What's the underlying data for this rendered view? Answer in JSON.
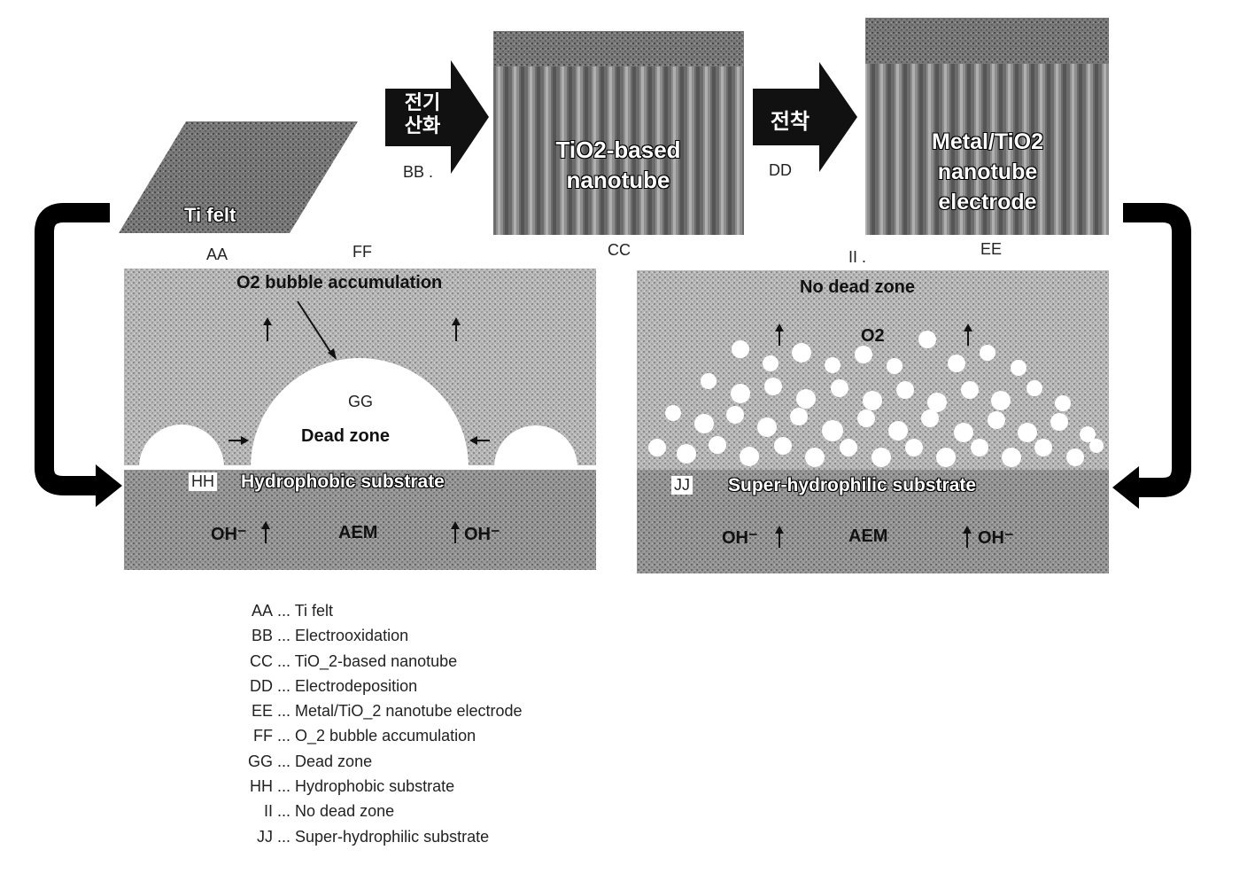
{
  "top": {
    "ti_felt_label": "Ti felt",
    "arrow1_text_line1": "전기",
    "arrow1_text_line2": "산화",
    "tio2_label_line1": "TiO2-based",
    "tio2_label_line2": "nanotube",
    "arrow2_text": "전착",
    "metal_label_line1": "Metal/TiO2",
    "metal_label_line2": "nanotube",
    "metal_label_line3": "electrode"
  },
  "tags": {
    "aa": "AA",
    "bb": "BB .",
    "cc": "CC",
    "dd": "DD",
    "ee": "EE",
    "ff": "FF",
    "gg": "GG",
    "hh": "HH",
    "ii": "II .",
    "jj": "JJ"
  },
  "left_panel": {
    "title": "O2 bubble accumulation",
    "dead_zone": "Dead zone",
    "substrate": "Hydrophobic substrate",
    "oh_left": "OH⁻",
    "aem": "AEM",
    "oh_right": "OH⁻"
  },
  "right_panel": {
    "title": "No dead zone",
    "o2": "O2",
    "substrate": "Super-hydrophilic substrate",
    "oh_left": "OH⁻",
    "aem": "AEM",
    "oh_right": "OH⁻"
  },
  "legend": [
    {
      "code": "AA",
      "text": "... Ti felt"
    },
    {
      "code": "BB",
      "text": "... Electrooxidation"
    },
    {
      "code": "CC",
      "text": "... TiO_2-based nanotube"
    },
    {
      "code": "DD",
      "text": "... Electrodeposition"
    },
    {
      "code": "EE",
      "text": "... Metal/TiO_2 nanotube electrode"
    },
    {
      "code": "FF",
      "text": "... O_2 bubble accumulation"
    },
    {
      "code": "GG",
      "text": "... Dead zone"
    },
    {
      "code": "HH",
      "text": "... Hydrophobic substrate"
    },
    {
      "code": "II",
      "text": "... No dead zone"
    },
    {
      "code": "JJ",
      "text": "... Super-hydrophilic substrate"
    }
  ]
}
